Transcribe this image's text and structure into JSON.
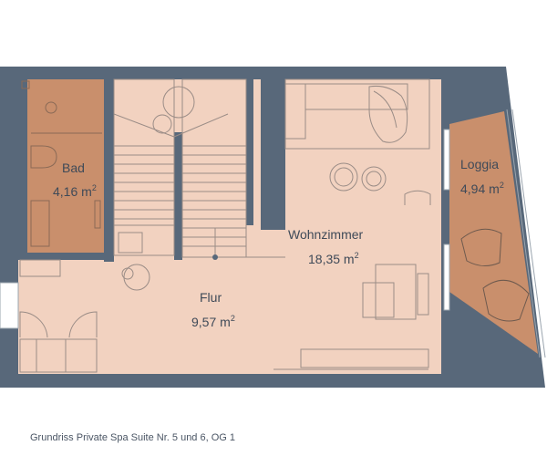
{
  "colors": {
    "wall": "#58687a",
    "floor": "#f2d2c0",
    "bath": "#c98f6c",
    "loggia": "#c98f6c",
    "line": "#9a8c86",
    "text": "#3f4a58"
  },
  "rooms": [
    {
      "name": "Bad",
      "area": "4,16 m",
      "unit_sup": "2"
    },
    {
      "name": "Loggia",
      "area": "4,94 m",
      "unit_sup": "2"
    },
    {
      "name": "Wohnzimmer",
      "area": "18,35 m",
      "unit_sup": "2"
    },
    {
      "name": "Flur",
      "area": "9,57 m",
      "unit_sup": "2"
    }
  ],
  "caption": "Grundriss Private Spa Suite Nr. 5 und 6, OG 1"
}
